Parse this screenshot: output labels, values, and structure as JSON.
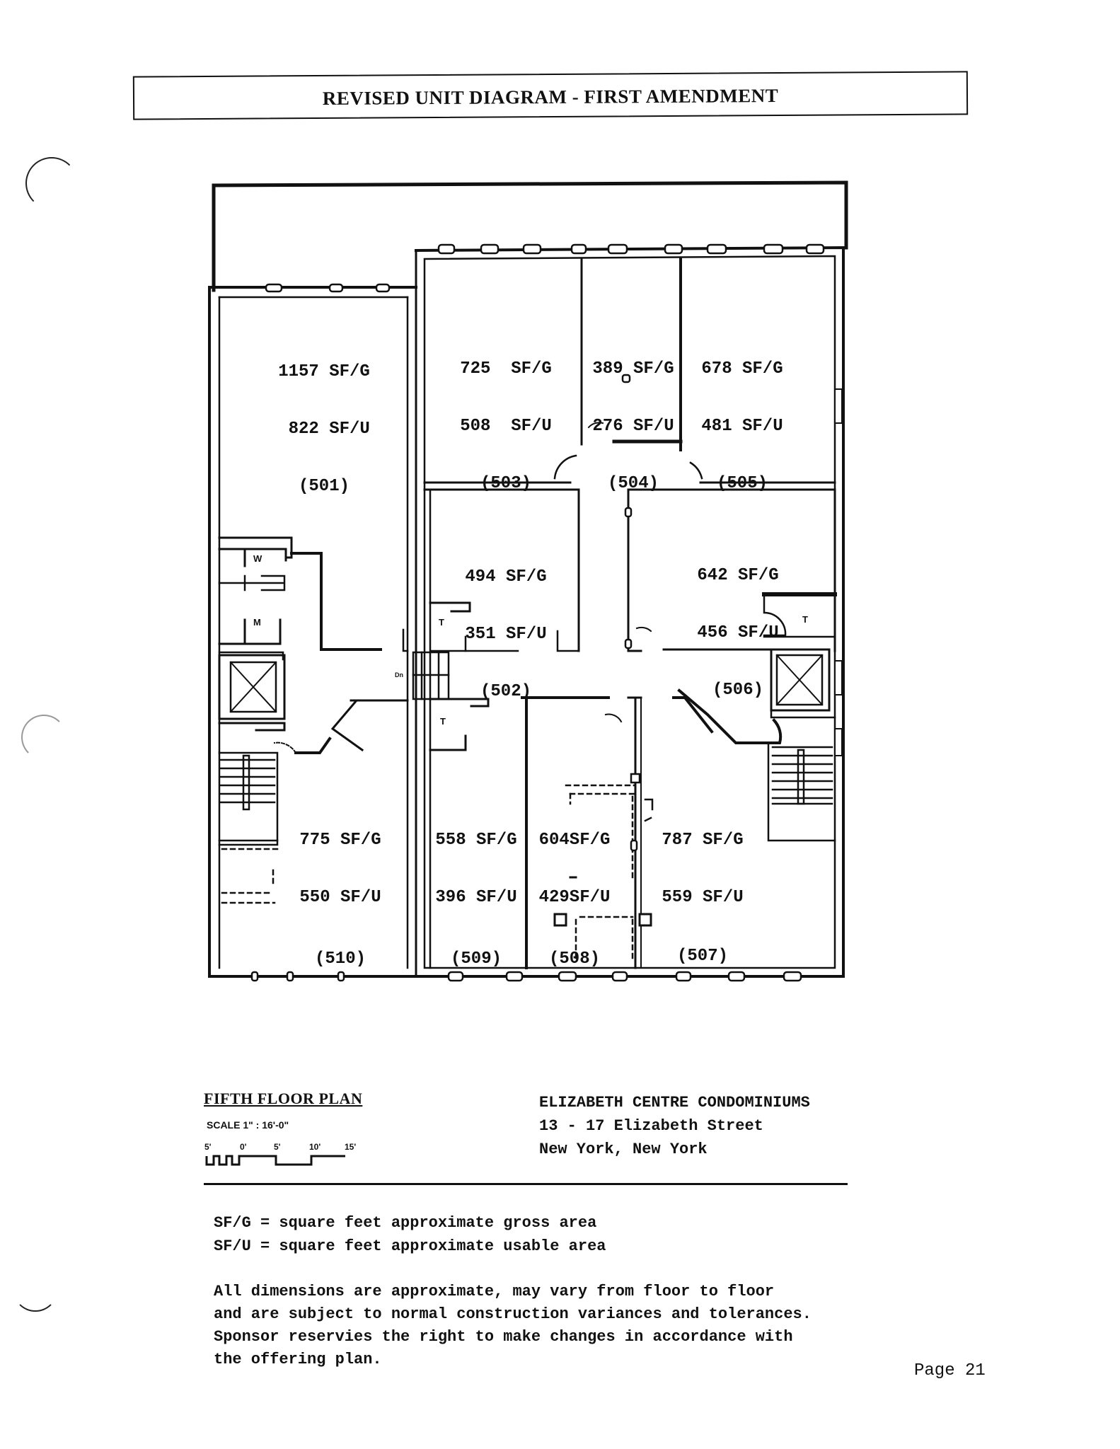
{
  "header": {
    "title": "REVISED UNIT DIAGRAM - FIRST AMENDMENT"
  },
  "floor_plan": {
    "units": [
      {
        "id": "501",
        "gross": "1157 SF/G",
        "usable": " 822 SF/U",
        "unit": "(501)"
      },
      {
        "id": "503",
        "gross": "725  SF/G",
        "usable": "508  SF/U",
        "unit": "(503)"
      },
      {
        "id": "504",
        "gross": "389 SF/G",
        "usable": "276 SF/U",
        "unit": "(504)"
      },
      {
        "id": "505",
        "gross": "678 SF/G",
        "usable": "481 SF/U",
        "unit": "(505)"
      },
      {
        "id": "502",
        "gross": "494 SF/G",
        "usable": "351 SF/U",
        "unit": "(502)"
      },
      {
        "id": "506",
        "gross": "642 SF/G",
        "usable": "456 SF/U",
        "unit": "(506)"
      },
      {
        "id": "510",
        "gross": "775 SF/G",
        "usable": "550 SF/U",
        "unit": "(510)"
      },
      {
        "id": "509",
        "gross": "558 SF/G",
        "usable": "396 SF/U",
        "unit": "(509)"
      },
      {
        "id": "508",
        "gross": "604SF/G",
        "usable": "429SF/U",
        "unit": "(508)"
      },
      {
        "id": "507",
        "gross": "787 SF/G",
        "usable": "559 SF/U",
        "unit": "(507)"
      }
    ],
    "room_marks": {
      "women": "W",
      "men": "M",
      "toilet": "T",
      "up": "Dn"
    }
  },
  "footer": {
    "plan_caption": "FIFTH FLOOR PLAN",
    "scale": "SCALE  1\" : 16'-0\"",
    "scale_ticks": [
      "5'",
      "0'",
      "5'",
      "10'",
      "15'"
    ],
    "project_name": "ELIZABETH CENTRE CONDOMINIUMS",
    "street": "13 - 17 Elizabeth Street",
    "city": "New York, New York"
  },
  "legend": {
    "gross": "SF/G = square feet approximate gross area",
    "usable": "SF/U = square feet approximate usable area"
  },
  "disclaimer": {
    "lines": [
      "All dimensions are approximate, may vary from floor to floor",
      "and are subject to normal construction variances and tolerances.",
      "Sponsor reservies the right to make changes in accordance with",
      "the offering plan."
    ]
  },
  "page": {
    "number": "Page 21"
  }
}
